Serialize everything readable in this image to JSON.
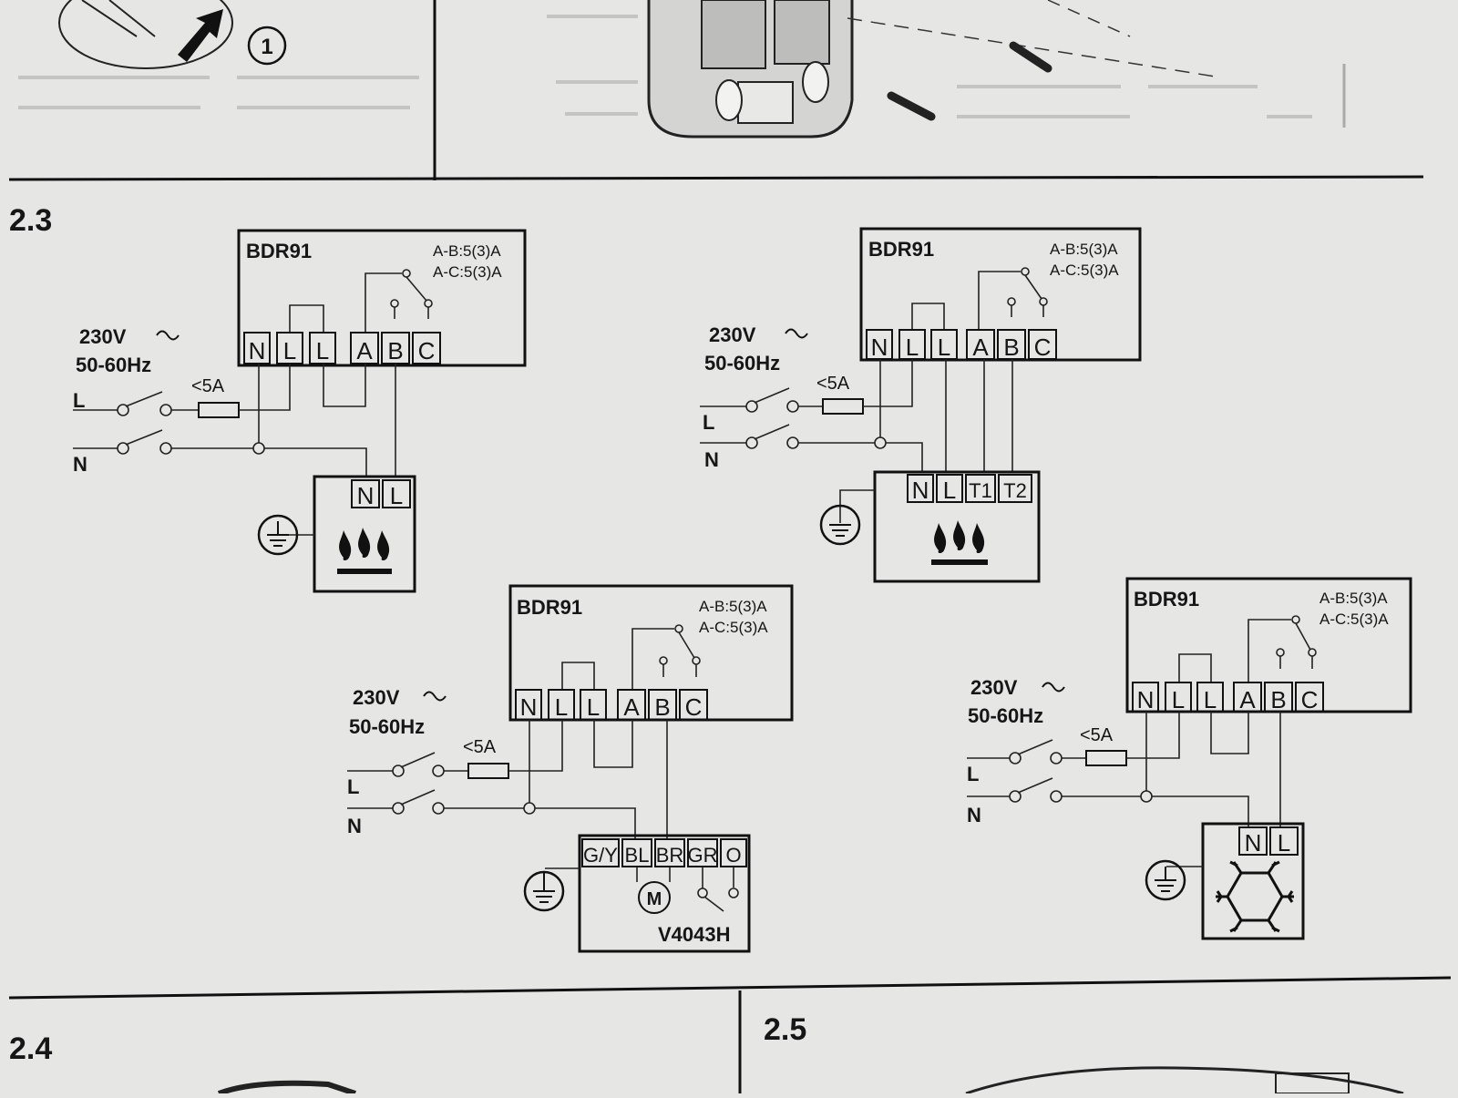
{
  "sections": {
    "s23": "2.3",
    "s24": "2.4",
    "s25": "2.5"
  },
  "step_marker": "1",
  "relay": {
    "title": "BDR91",
    "rating_ab": "A-B:5(3)A",
    "rating_ac": "A-C:5(3)A",
    "terminals": [
      "N",
      "L",
      "L",
      "A",
      "B",
      "C"
    ]
  },
  "supply": {
    "voltage": "230V",
    "frequency": "50-60Hz",
    "live": "L",
    "neutral": "N",
    "fuse": "<5A"
  },
  "devices": {
    "boiler_a": {
      "terminals": [
        "N",
        "L"
      ],
      "icon": "boiler-flame-icon"
    },
    "boiler_b": {
      "terminals": [
        "N",
        "L",
        "T1",
        "T2"
      ],
      "icon": "boiler-flame-icon"
    },
    "zone_valve": {
      "terminals": [
        "G/Y",
        "BL",
        "BR",
        "GR",
        "O"
      ],
      "model": "V4043H",
      "motor": "M",
      "icon": "motor-icon"
    },
    "cooling": {
      "terminals": [
        "N",
        "L"
      ],
      "icon": "snowflake-icon"
    }
  },
  "colors": {
    "paper": "#e6e6e4",
    "ink": "#111111"
  }
}
